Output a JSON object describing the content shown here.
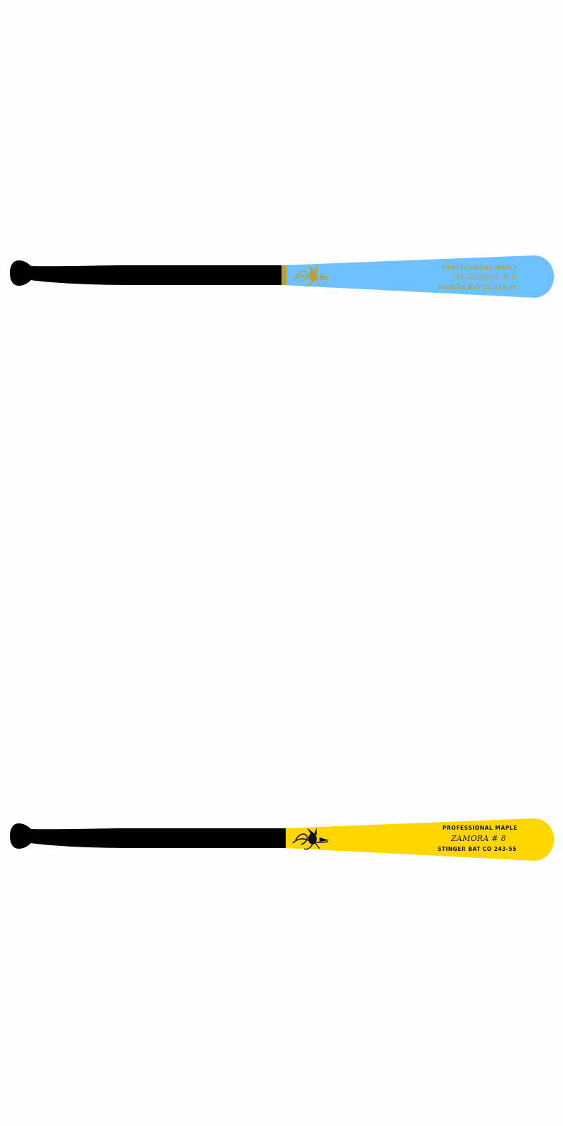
{
  "bats": [
    {
      "barrel_color": "#6ec1ff",
      "handle_color": "#000000",
      "ink_color": "#b5a23a",
      "band_color": "#b5a23a",
      "logo_icon": "stinger-wasp-logo",
      "line1": "PROFESSIONAL MAPLE",
      "line2": "Ab Zamora # 8",
      "line3": "STINGER BAT CO 243-55"
    },
    {
      "barrel_color": "#ffd600",
      "handle_color": "#000000",
      "ink_color": "#111111",
      "band_color": "#000000",
      "logo_icon": "stinger-wasp-logo",
      "line1": "PROFESSIONAL MAPLE",
      "line2": "ZAMORA # 8",
      "line3": "STINGER BAT CO 243-55"
    }
  ]
}
